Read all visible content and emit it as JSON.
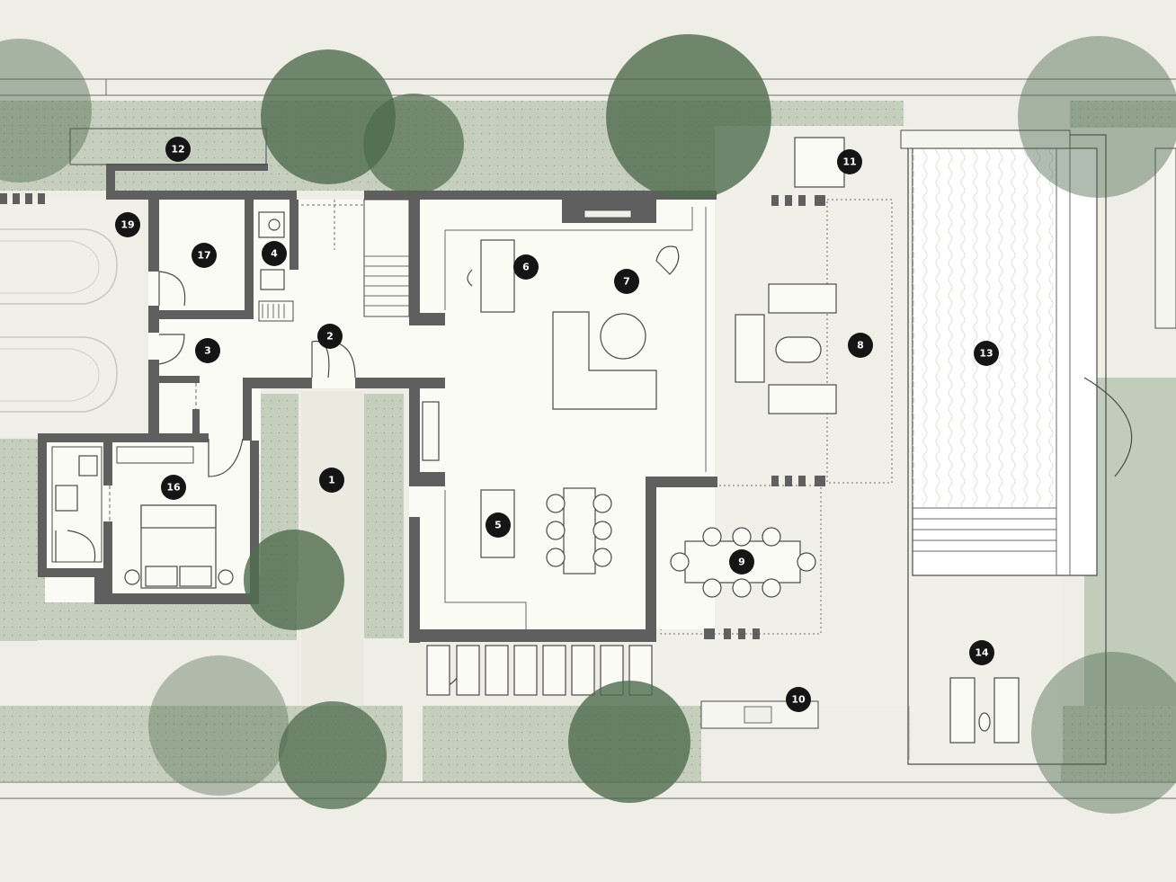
{
  "markers": [
    {
      "id": "marker-1",
      "label": "1"
    },
    {
      "id": "marker-2",
      "label": "2"
    },
    {
      "id": "marker-3",
      "label": "3"
    },
    {
      "id": "marker-4",
      "label": "4"
    },
    {
      "id": "marker-5",
      "label": "5"
    },
    {
      "id": "marker-6",
      "label": "6"
    },
    {
      "id": "marker-7",
      "label": "7"
    },
    {
      "id": "marker-8",
      "label": "8"
    },
    {
      "id": "marker-9",
      "label": "9"
    },
    {
      "id": "marker-10",
      "label": "10"
    },
    {
      "id": "marker-11",
      "label": "11"
    },
    {
      "id": "marker-12",
      "label": "12"
    },
    {
      "id": "marker-13",
      "label": "13"
    },
    {
      "id": "marker-14",
      "label": "14"
    },
    {
      "id": "marker-16",
      "label": "16"
    },
    {
      "id": "marker-17",
      "label": "17"
    },
    {
      "id": "marker-19",
      "label": "19"
    }
  ],
  "colors": {
    "background": "#efeee6",
    "garden": "#c8d1c0",
    "tree": "#4f6b4f",
    "wall": "#5f5f5f",
    "marker": "#151515",
    "pool": "#ffffff"
  }
}
